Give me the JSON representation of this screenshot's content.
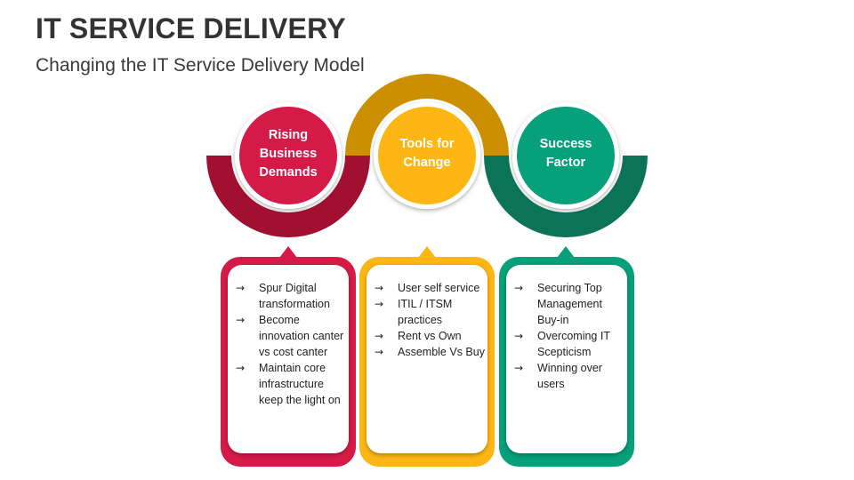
{
  "header": {
    "title": "IT SERVICE DELIVERY",
    "subtitle": "Changing the IT Service Delivery Model"
  },
  "colors": {
    "red": "#d61a47",
    "red_dark": "#a10f31",
    "yellow": "#fdb614",
    "yellow_dark": "#cc8f00",
    "green": "#06a07a",
    "green_dark": "#0a7358"
  },
  "bullet_icon": "right-arrow-icon",
  "bullet_symbol": "→",
  "stages": [
    {
      "label": "Rising Business Demands",
      "items": [
        "Spur Digital transformation",
        "Become innovation canter vs cost canter",
        "Maintain core infrastructure keep the light on"
      ]
    },
    {
      "label": "Tools for Change",
      "items": [
        "User self service",
        "ITIL / ITSM practices",
        "Rent vs Own",
        "Assemble Vs Buy"
      ]
    },
    {
      "label": "Success Factor",
      "items": [
        "Securing Top Management Buy-in",
        "Overcoming  IT Scepticism",
        "Winning over users"
      ]
    }
  ]
}
